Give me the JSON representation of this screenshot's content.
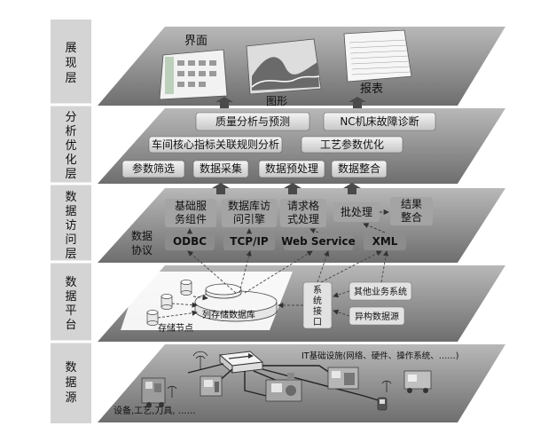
{
  "layers": {
    "presentation": {
      "side_label": [
        "展",
        "现",
        "层"
      ],
      "items": {
        "ui": "界面",
        "graph": "图形",
        "report": "报表"
      }
    },
    "analysis": {
      "side_label": [
        "分",
        "析",
        "优",
        "化",
        "层"
      ],
      "boxes": {
        "quality": "质量分析与预测",
        "nc_fault": "NC机床故障诊断",
        "workshop": "车间核心指标关联规则分析",
        "process_opt": "工艺参数优化",
        "param_filter": "参数筛选",
        "data_collect": "数据采集",
        "data_pre": "数据预处理",
        "data_merge": "数据整合"
      }
    },
    "access": {
      "side_label": [
        "数",
        "据",
        "访",
        "问",
        "层"
      ],
      "components": {
        "basic_service": [
          "基础服",
          "务组件"
        ],
        "db_access": [
          "数据库访",
          "问引擎"
        ],
        "request_format": [
          "请求格",
          "式处理"
        ],
        "batch": "批处理",
        "result": [
          "结果",
          "整合"
        ]
      },
      "protocol_label": [
        "数据",
        "协议"
      ],
      "protocols": {
        "odbc": "ODBC",
        "tcpip": "TCP/IP",
        "webservice": "Web Service",
        "xml": "XML"
      }
    },
    "platform": {
      "side_label": [
        "数",
        "据",
        "平",
        "台"
      ],
      "db_label": "列存储数据库",
      "node_label": "存储节点",
      "interface_label": [
        "系",
        "统",
        "接",
        "口"
      ],
      "other_systems": "其他业务系统",
      "heterogeneous": "异构数据源"
    },
    "source": {
      "side_label": [
        "数",
        "据",
        "源"
      ],
      "it_label": "IT基础设施(网络、硬件、操作系统、……)",
      "equipment_label": "设备,工艺,刀具,  ……"
    }
  },
  "colors": {
    "plane_top": "#b4b4b4",
    "plane_bottom": "#7a7a7a",
    "box": "#dcdcdc",
    "label_col": "#d0d0d0",
    "arrow": "#333333"
  }
}
